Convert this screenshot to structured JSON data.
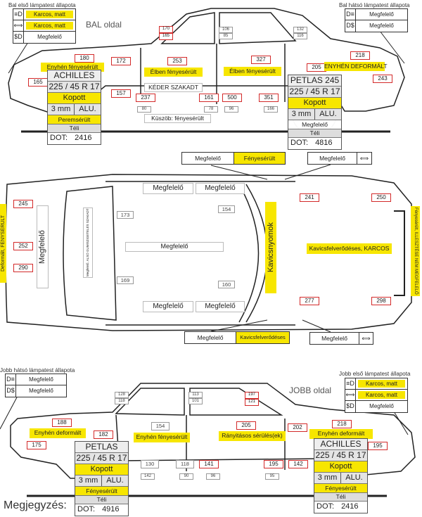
{
  "left_side": {
    "title": "BAL oldal",
    "front_lamp": {
      "title": "Bal első lámpatest állapota",
      "rows": [
        "Karcos, matt",
        "Karcos, matt",
        "Megfelelő"
      ]
    },
    "rear_lamp": {
      "title": "Bal hátsó lámpatest állapota",
      "rows": [
        "Megfelelő",
        "Megfelelő"
      ]
    },
    "red_values": [
      "180",
      "172",
      "165",
      "170",
      "165",
      "253",
      "237",
      "161",
      "500",
      "351",
      "327",
      "205",
      "218",
      "243",
      "157"
    ],
    "gray_values": [
      "106",
      "85",
      "132",
      "116",
      "80",
      "78",
      "96",
      "166"
    ],
    "labels": {
      "front_fender": "Enyhén fényesérült",
      "front_door": "Élben fényesérült",
      "rear_door": "Élben fényesérült",
      "rear_fender": "ENYHÉN DEFORMÁLT",
      "seal": "KÉDER SZAKADT",
      "sill": "Küszöb: fényesérült"
    },
    "front_tire": {
      "brand": "ACHILLES",
      "size": "225 / 45  R 17",
      "wear": "Kopott",
      "depth": "3 mm",
      "rim": "ALU.",
      "rim_state": "Peremsérült",
      "season": "Téli",
      "dot_label": "DOT:",
      "dot": "2416"
    },
    "rear_tire": {
      "brand": "PETLAS 245",
      "size": "225 / 45  R 17",
      "wear": "Kopott",
      "depth": "3 mm",
      "rim": "ALU.",
      "rim_state": "Megfelelő",
      "season": "Téli",
      "dot_label": "DOT:",
      "dot": "4816"
    }
  },
  "top_view": {
    "mirror_left": {
      "glass": "Megfelelő",
      "housing": "Fényesérült"
    },
    "indicator_left": {
      "state": "Megfelelő"
    },
    "mirror_right": {
      "glass": "Megfelelő",
      "housing": "Kavicsfelverődéses"
    },
    "indicator_right": {
      "state": "Megfelelő"
    },
    "rear_bumper": "Deformált, FÉNYSÉRÜLT",
    "front_bumper": "Fényesérült, ILLESZTÉSE NEM MEGFELELŐ",
    "red_values": [
      "245",
      "252",
      "290",
      "241",
      "250",
      "277",
      "298"
    ],
    "gray_values": [
      "173",
      "169",
      "154",
      "160"
    ],
    "trunk": "Megfelelő",
    "rear_window": "Megfelelő, ALSÓ GUMISZIGETELÉS SZAKADT",
    "roof": "Megfelelő",
    "windshield": "Kavicsnyomok",
    "hood": "Kavicsfelverődéses, KARCOS",
    "windows": [
      "Megfelelő",
      "Megfelelő",
      "Megfelelő",
      "Megfelelő"
    ]
  },
  "right_side": {
    "title": "JOBB oldal",
    "rear_lamp": {
      "title": "Jobb hátsó lámpatest állapota",
      "rows": [
        "Megfelelő",
        "Megfelelő"
      ]
    },
    "front_lamp": {
      "title": "Jobb első lámpatest állapota",
      "rows": [
        "Karcos, matt",
        "Karcos, matt",
        "Megfelelő"
      ]
    },
    "red_values": [
      "188",
      "182",
      "175",
      "141",
      "197",
      "121",
      "205",
      "202",
      "218",
      "195",
      "195",
      "142"
    ],
    "gray_values": [
      "128",
      "118",
      "113",
      "101",
      "154",
      "130",
      "118",
      "142",
      "90",
      "96",
      "95"
    ],
    "labels": {
      "rear_fender": "Enyhén deformált",
      "rear_door": "Enyhén fényesérült",
      "front_door": "Rányitásos sérülés(ek)",
      "front_fender": "Enyhén deformált"
    },
    "rear_tire": {
      "brand": "PETLAS",
      "size": "225 / 45  R 17",
      "wear": "Kopott",
      "depth": "3 mm",
      "rim": "ALU.",
      "rim_state": "Fényesérült",
      "season": "Téli",
      "dot_label": "DOT:",
      "dot": "4916"
    },
    "front_tire": {
      "brand": "ACHILLES",
      "size": "225 / 45  R 17",
      "wear": "Kopott",
      "depth": "3 mm",
      "rim": "ALU.",
      "rim_state": "Fényesérült",
      "season": "Téli",
      "dot_label": "DOT:",
      "dot": "2416"
    }
  },
  "notes_label": "Megjegyzés:",
  "colors": {
    "highlight": "#f7e600",
    "damage_box": "#d32a2a",
    "neutral_box": "#999999"
  }
}
